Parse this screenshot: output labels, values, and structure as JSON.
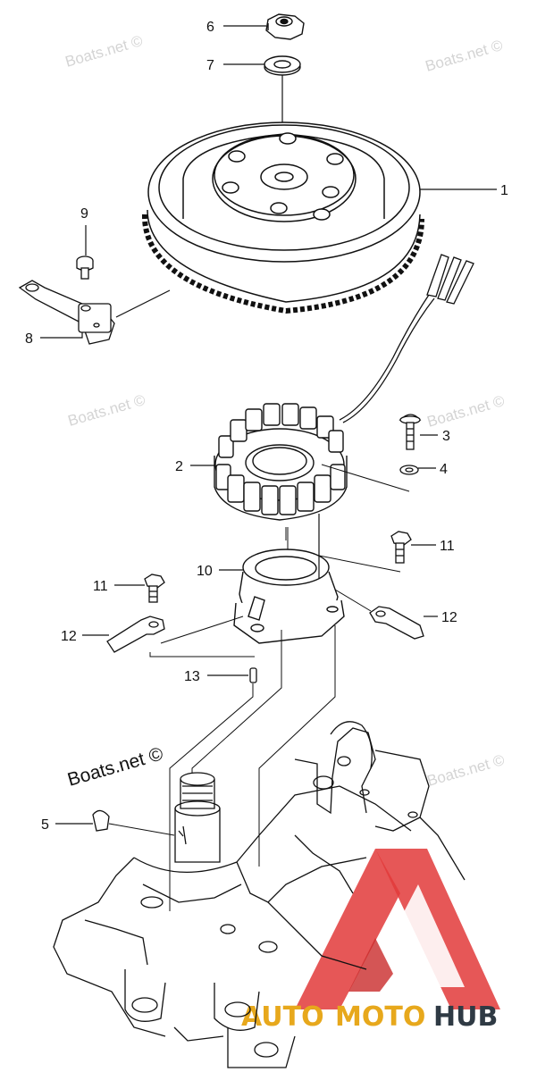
{
  "watermark": {
    "text": "Boats.net ©",
    "main_text": "Boats.net ©"
  },
  "logo": {
    "part1": "AUTO",
    "part2": "MOTO",
    "part3": "HUB",
    "colors": {
      "red": "#e23a3a",
      "gold": "#e7a81c",
      "gray": "#2f3a44"
    }
  },
  "callouts": [
    {
      "id": "6",
      "label": "6"
    },
    {
      "id": "7",
      "label": "7"
    },
    {
      "id": "1",
      "label": "1"
    },
    {
      "id": "9",
      "label": "9"
    },
    {
      "id": "8",
      "label": "8"
    },
    {
      "id": "3",
      "label": "3"
    },
    {
      "id": "2",
      "label": "2"
    },
    {
      "id": "4",
      "label": "4"
    },
    {
      "id": "11a",
      "label": "11"
    },
    {
      "id": "10",
      "label": "10"
    },
    {
      "id": "11b",
      "label": "11"
    },
    {
      "id": "12a",
      "label": "12"
    },
    {
      "id": "12b",
      "label": "12"
    },
    {
      "id": "13",
      "label": "13"
    },
    {
      "id": "5",
      "label": "5"
    }
  ]
}
